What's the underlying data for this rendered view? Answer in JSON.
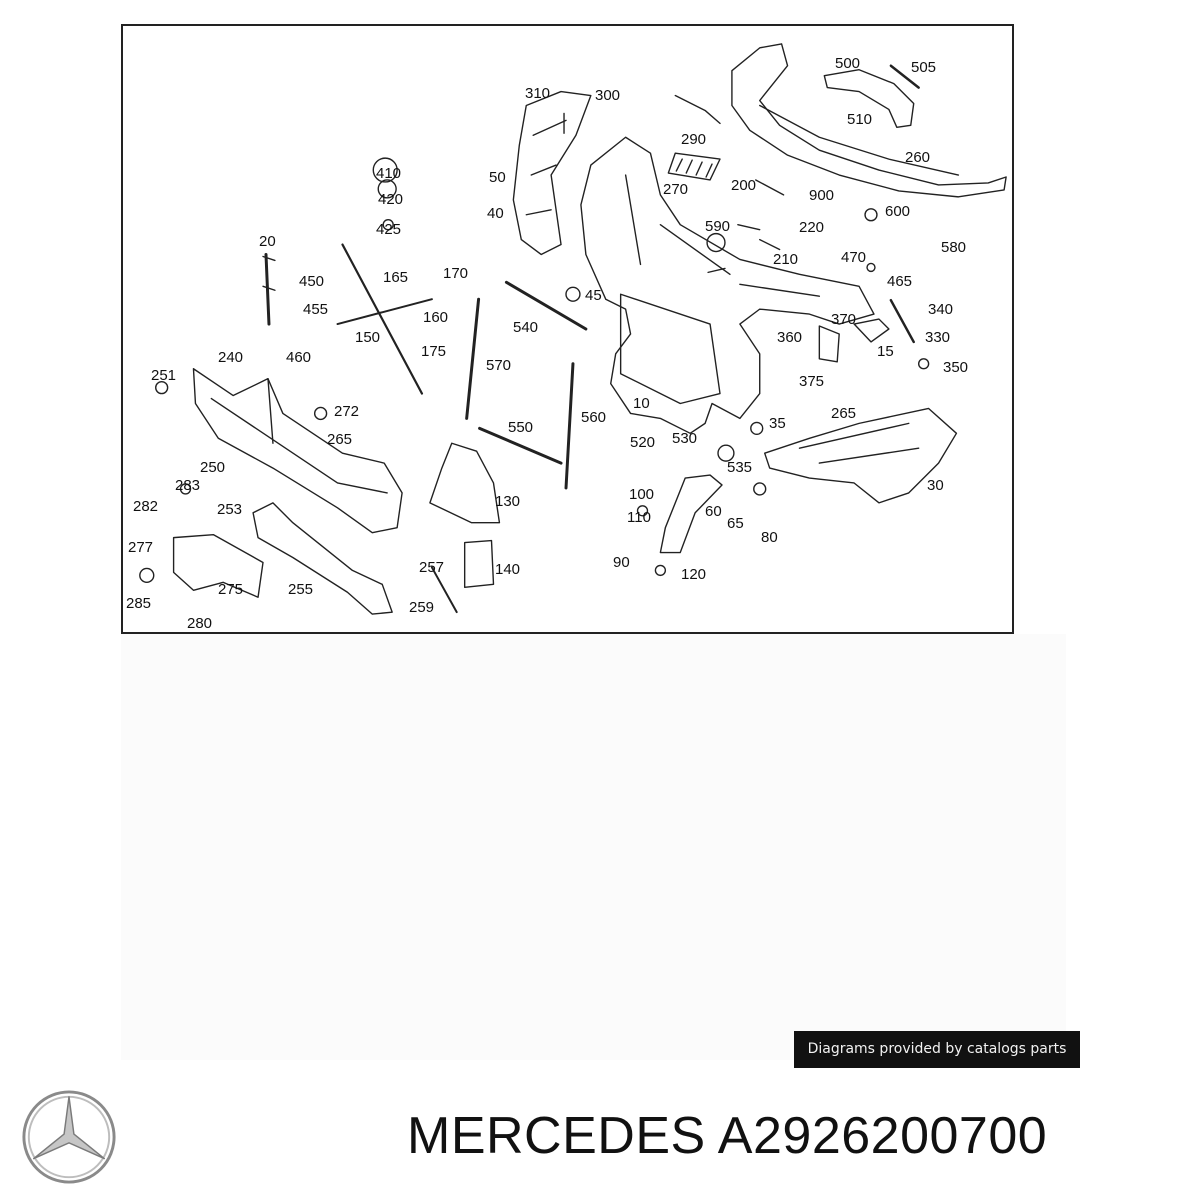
{
  "diagram": {
    "callouts": [
      "310",
      "300",
      "500",
      "505",
      "510",
      "260",
      "290",
      "410",
      "420",
      "425",
      "50",
      "40",
      "270",
      "200",
      "900",
      "220",
      "210",
      "590",
      "600",
      "470",
      "580",
      "465",
      "20",
      "450",
      "455",
      "165",
      "170",
      "160",
      "150",
      "45",
      "540",
      "340",
      "330",
      "370",
      "360",
      "15",
      "350",
      "460",
      "240",
      "251",
      "175",
      "570",
      "10",
      "375",
      "265",
      "272",
      "265",
      "550",
      "560",
      "35",
      "520",
      "530",
      "535",
      "30",
      "250",
      "283",
      "282",
      "253",
      "100",
      "110",
      "60",
      "65",
      "80",
      "130",
      "277",
      "275",
      "255",
      "257",
      "140",
      "90",
      "120",
      "285",
      "280",
      "259"
    ]
  },
  "footer": {
    "credit": "Diagrams provided by catalogs parts",
    "brand": "MERCEDES",
    "part_number": "A2926200700",
    "logo_icon": "mercedes-star-icon"
  },
  "colors": {
    "ink": "#111111",
    "badge_bg": "#111111",
    "badge_text": "#f2f2f2"
  }
}
